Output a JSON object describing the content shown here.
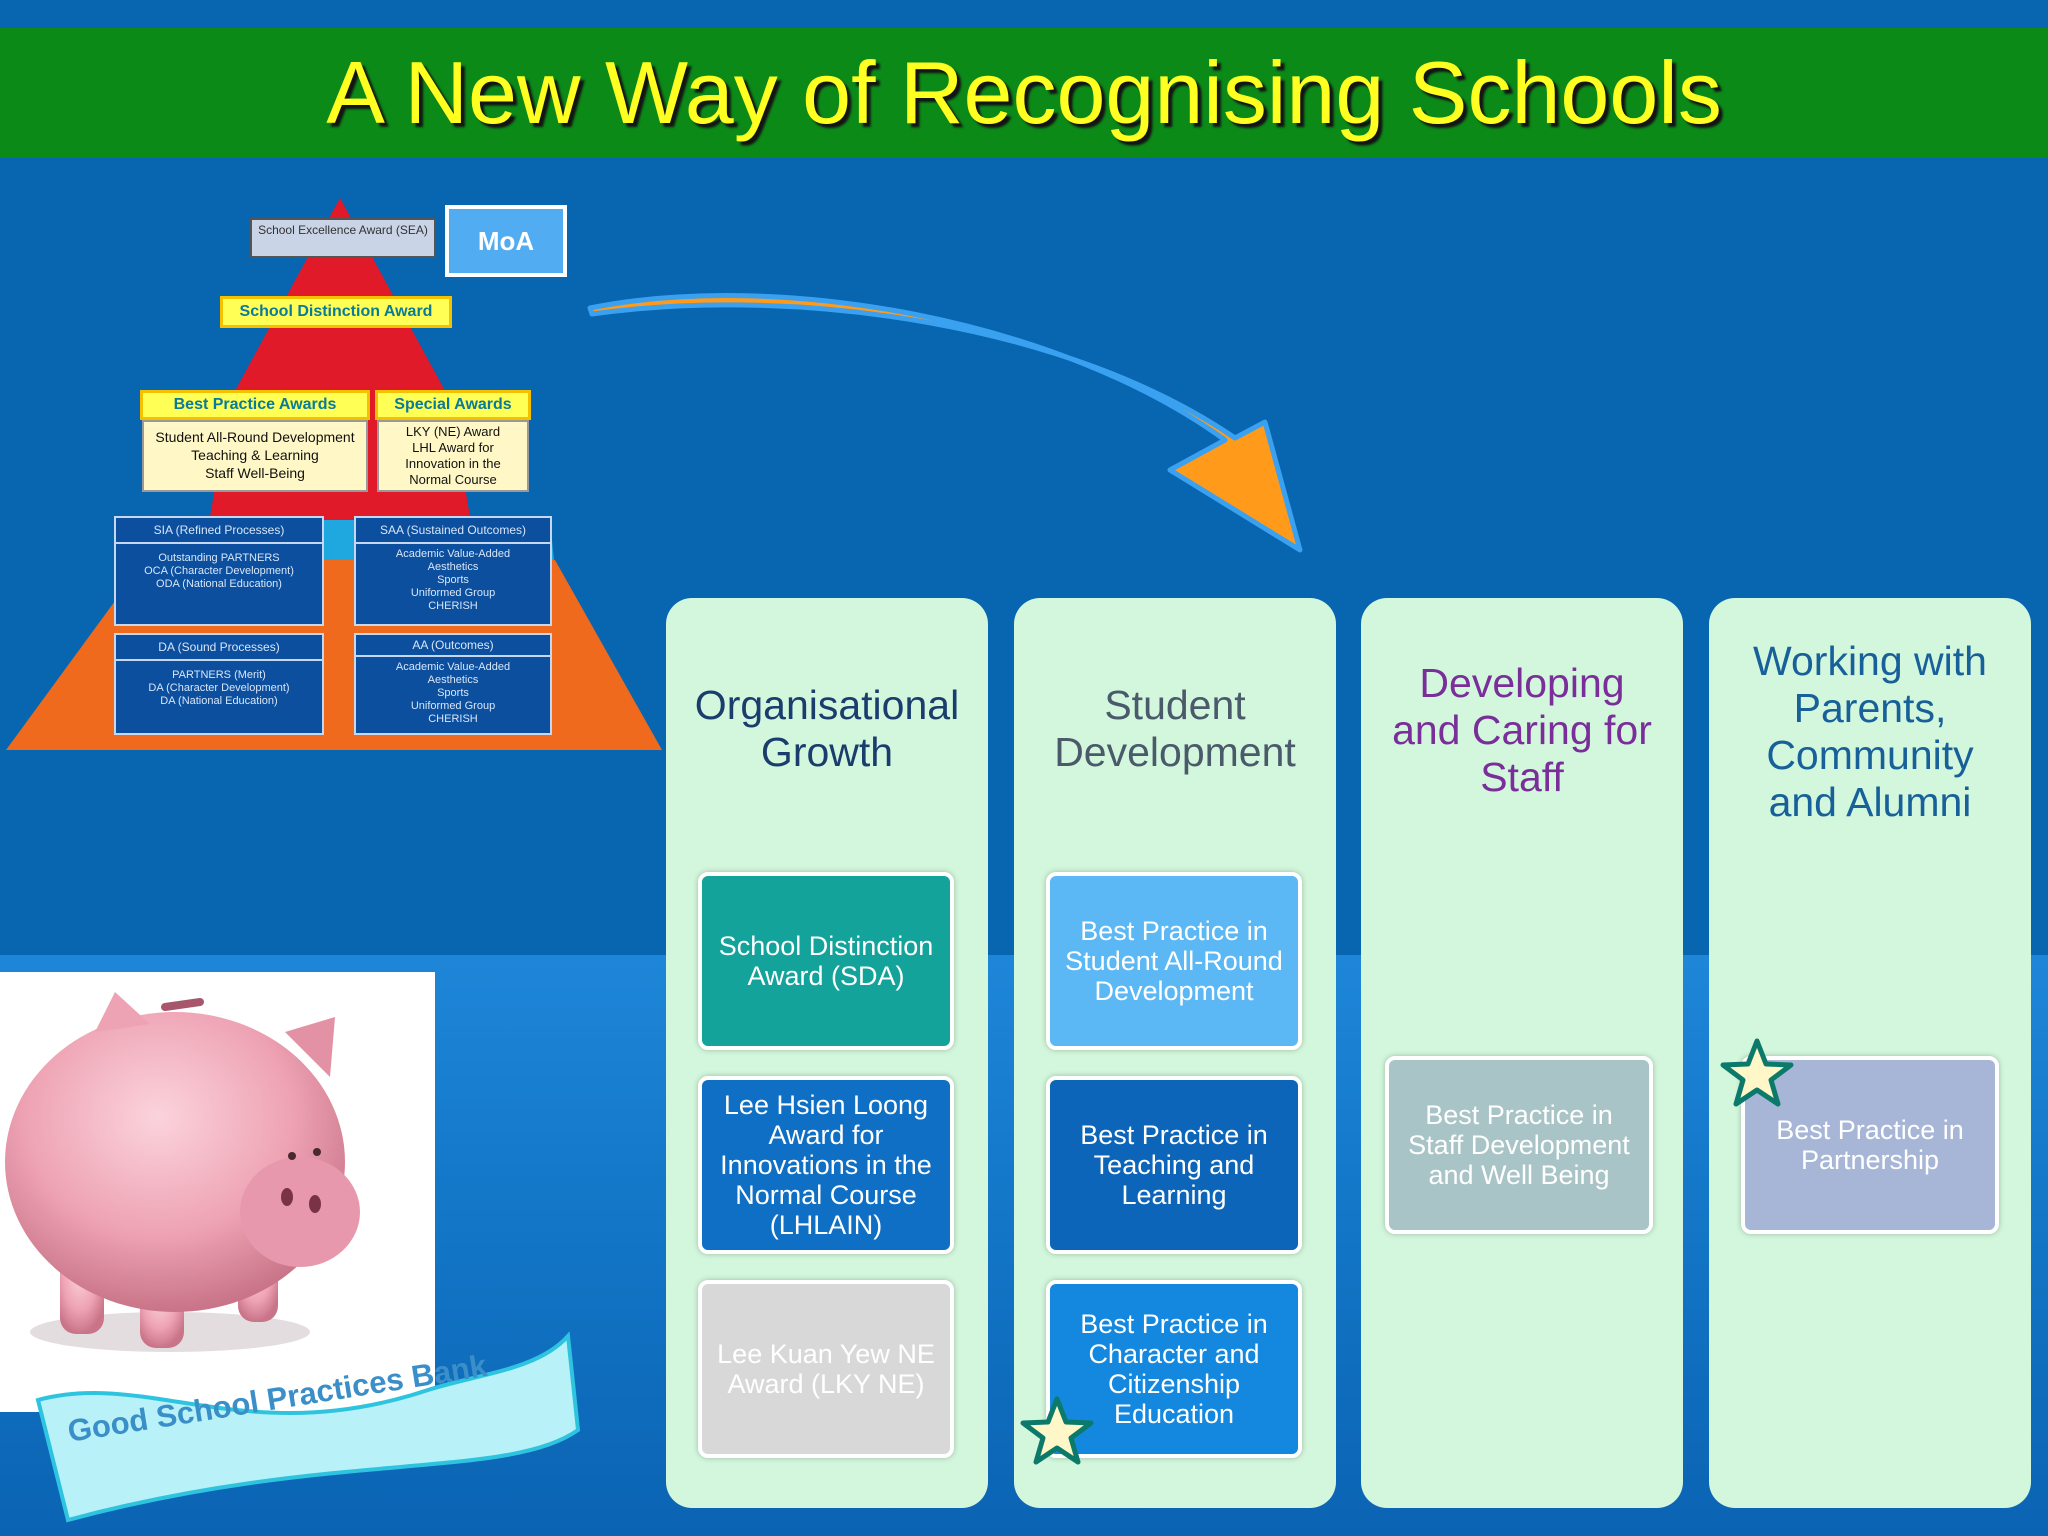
{
  "title": "A New Way of Recognising Schools",
  "pyramid": {
    "top_label": "School Excellence Award (SEA)",
    "moa": "MoA",
    "sda_label": "School Distinction Award",
    "best_practice_head": "Best Practice Awards",
    "best_practice_body": [
      "Student All-Round Development",
      "Teaching & Learning",
      "Staff Well-Being"
    ],
    "special_head": "Special Awards",
    "special_body": [
      "LKY (NE) Award",
      "LHL  Award for",
      "Innovation in the",
      "Normal Course"
    ],
    "lower_left_1_head": "SIA (Refined Processes)",
    "lower_left_1_body": [
      "Outstanding PARTNERS",
      "OCA (Character Development)",
      "ODA (National Education)"
    ],
    "lower_right_1_head": "SAA (Sustained Outcomes)",
    "lower_right_1_body": [
      "Academic Value-Added",
      "Aesthetics",
      "Sports",
      "Uniformed Group",
      "CHERISH"
    ],
    "lower_left_2_head": "DA (Sound Processes)",
    "lower_left_2_body": [
      "PARTNERS (Merit)",
      "DA (Character Development)",
      "DA (National Education)"
    ],
    "lower_right_2_head": "AA (Outcomes)",
    "lower_right_2_body": [
      "Academic Value-Added",
      "Aesthetics",
      "Sports",
      "Uniformed Group",
      "CHERISH"
    ]
  },
  "banner_text": "Good School Practices Bank",
  "columns": [
    {
      "title": [
        "Organisational",
        "Growth"
      ],
      "title_color": "#1a3d6e",
      "cards": [
        {
          "label": "School Distinction Award (SDA)",
          "color": "#14a39a"
        },
        {
          "label": "Lee Hsien Loong Award for Innovations in the Normal Course (LHLAIN)",
          "color": "#0e6fc4"
        },
        {
          "label": "Lee Kuan Yew NE Award (LKY NE)",
          "color": "#d8d8d8"
        }
      ]
    },
    {
      "title": [
        "Student",
        "Development"
      ],
      "title_color": "#4a5a6a",
      "cards": [
        {
          "label": "Best Practice in Student All-Round Development",
          "color": "#5cb8f5"
        },
        {
          "label": "Best Practice in Teaching and Learning",
          "color": "#0c65b8"
        },
        {
          "label": "Best Practice in Character and Citizenship Education",
          "color": "#1487de"
        }
      ]
    },
    {
      "title": [
        "Developing",
        "and Caring for",
        "Staff"
      ],
      "title_color": "#7a2e9a",
      "cards": [
        {
          "label": "Best Practice in Staff Development and Well Being",
          "color": "#a9c4c7"
        }
      ]
    },
    {
      "title": [
        "Working with",
        "Parents,",
        "Community",
        "and Alumni"
      ],
      "title_color": "#17609a",
      "cards": [
        {
          "label": "Best Practice in Partnership",
          "color": "#a7b6d6"
        }
      ]
    }
  ],
  "colors": {
    "background": "#0865b0",
    "title_bar": "#0b8a18",
    "title_text": "#ffff22",
    "column_bg": "#d3f7dc",
    "arrow": "#ff9a1a",
    "pyramid_red": "#e01a28",
    "pyramid_orange": "#ef6a1c",
    "star": "#fff7c8"
  }
}
